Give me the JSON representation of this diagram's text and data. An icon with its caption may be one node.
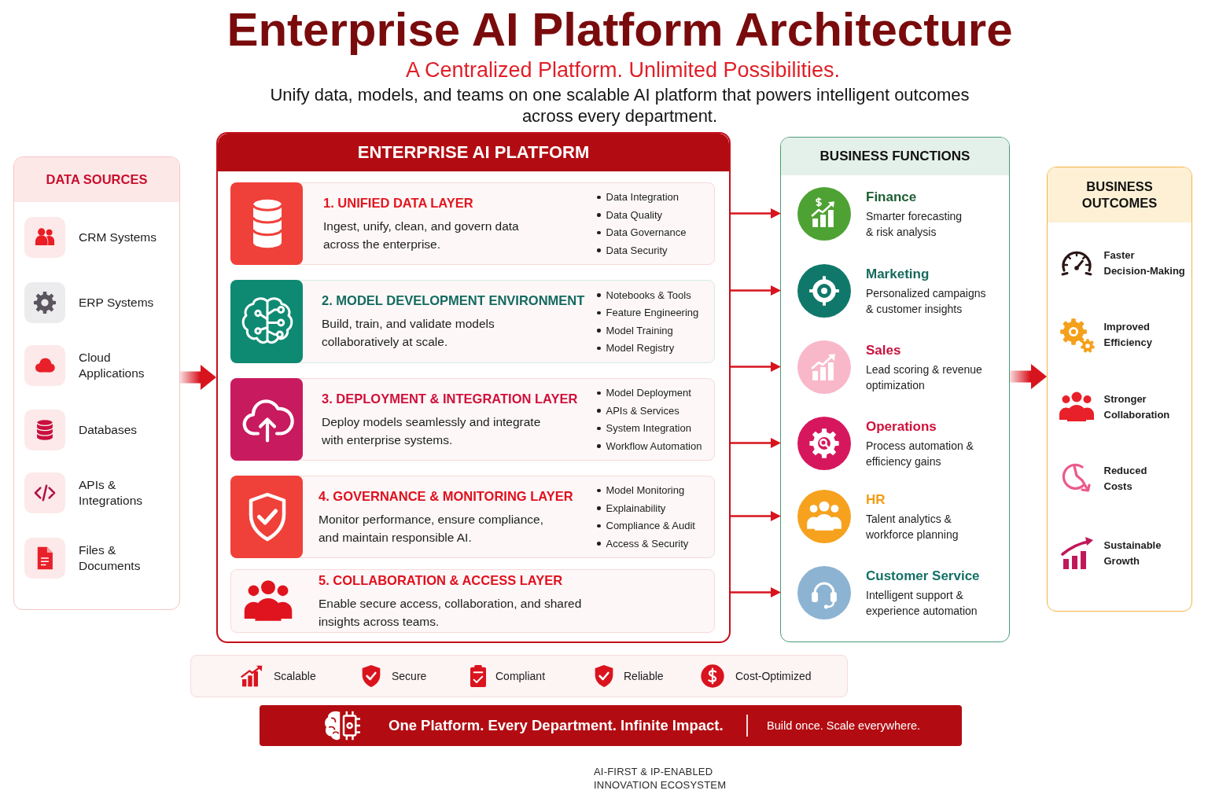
{
  "diagram": {
    "title": "Enterprise AI Platform Architecture",
    "nodes": [
      {
        "text": [
          "DATA SOURCES"
        ]
      },
      {
        "text": [
          "CRM Systems"
        ],
        "in": 0
      },
      {
        "text": [
          "ERP Systems"
        ],
        "in": 0
      },
      {
        "text": [
          "Cloud Applications"
        ],
        "in": 0
      },
      {
        "text": [
          "Databases"
        ],
        "in": 0
      },
      {
        "text": [
          "APIs & Integrations"
        ],
        "in": 0
      },
      {
        "text": [
          "Files & Documents"
        ],
        "in": 0
      },
      {
        "text": [
          "ENTERPRISE AI PLATFORM"
        ]
      },
      {
        "text": [
          "1. UNIFIED DATA LAYER",
          "Ingest, unify, clean, and govern data across the enterprise.",
          "Data Integration",
          "Data Quality",
          "Data Governance",
          "Data Security"
        ],
        "in": 7
      },
      {
        "text": [
          "2. MODEL DEVELOPMENT ENVIRONMENT",
          "Build, train, and validate models collaboratively at scale.",
          "Notebooks & Tools",
          "Feature Engineering",
          "Model Training",
          "Model Registry"
        ],
        "in": 7
      },
      {
        "text": [
          "3. DEPLOYMENT & INTEGRATION LAYER",
          "Deploy models seamlessly and integrate with enterprise systems.",
          "Model Deployment",
          "APIs & Services",
          "System Integration",
          "Workflow Automation"
        ],
        "in": 7
      },
      {
        "text": [
          "4. GOVERNANCE & MONITORING LAYER",
          "Monitor performance, ensure compliance, and maintain responsible AI.",
          "Model Monitoring",
          "Explainability",
          "Compliance & Audit",
          "Access & Security"
        ],
        "in": 7
      },
      {
        "text": [
          "5. COLLABORATION & ACCESS LAYER",
          "Enable secure access, collaboration, and shared insights across teams."
        ],
        "in": 7
      },
      {
        "text": [
          "BUSINESS FUNCTIONS"
        ]
      },
      {
        "text": [
          "Finance",
          "Smarter forecasting & risk analysis"
        ],
        "in": 13
      },
      {
        "text": [
          "Marketing",
          "Personalized campaigns & customer insights"
        ],
        "in": 13
      },
      {
        "text": [
          "Sales",
          "Lead scoring & revenue optimization"
        ],
        "in": 13
      },
      {
        "text": [
          "Operations",
          "Process automation & efficiency gains"
        ],
        "in": 13
      },
      {
        "text": [
          "HR",
          "Talent analytics & workforce planning"
        ],
        "in": 13
      },
      {
        "text": [
          "Customer Service",
          "Intelligent support & experience automation"
        ],
        "in": 13
      },
      {
        "text": [
          "BUSINESS OUTCOMES"
        ]
      },
      {
        "text": [
          "Faster Decision-Making"
        ],
        "in": 20
      },
      {
        "text": [
          "Improved Efficiency"
        ],
        "in": 20
      },
      {
        "text": [
          "Stronger Collaboration"
        ],
        "in": 20
      },
      {
        "text": [
          "Reduced Costs"
        ],
        "in": 20
      },
      {
        "text": [
          "Sustainable Growth"
        ],
        "in": 20
      },
      {
        "text": [
          "Scalable",
          "Secure",
          "Compliant",
          "Reliable",
          "Cost-Optimized"
        ]
      },
      {
        "text": [
          "One Platform. Every Department. Infinite Impact.",
          "Build once. Scale everywhere."
        ]
      }
    ],
    "edges": [
      {
        "from": 0,
        "to": 7,
        "arrow": "to",
        "style": "thick"
      },
      {
        "from": 7,
        "to": 14,
        "arrow": "to"
      },
      {
        "from": 7,
        "to": 15,
        "arrow": "to"
      },
      {
        "from": 7,
        "to": 16,
        "arrow": "to"
      },
      {
        "from": 7,
        "to": 17,
        "arrow": "to"
      },
      {
        "from": 7,
        "to": 18,
        "arrow": "to"
      },
      {
        "from": 7,
        "to": 19,
        "arrow": "to"
      },
      {
        "from": 13,
        "to": 20,
        "arrow": "to",
        "style": "thick"
      }
    ],
    "labels": [
      "A Centralized Platform. Unlimited Possibilities.",
      "Unify data, models, and teams on one scalable AI platform that powers intelligent outcomes across every department.",
      "AI-FIRST & IP-ENABLED INNOVATION ECOSYSTEM"
    ]
  }
}
